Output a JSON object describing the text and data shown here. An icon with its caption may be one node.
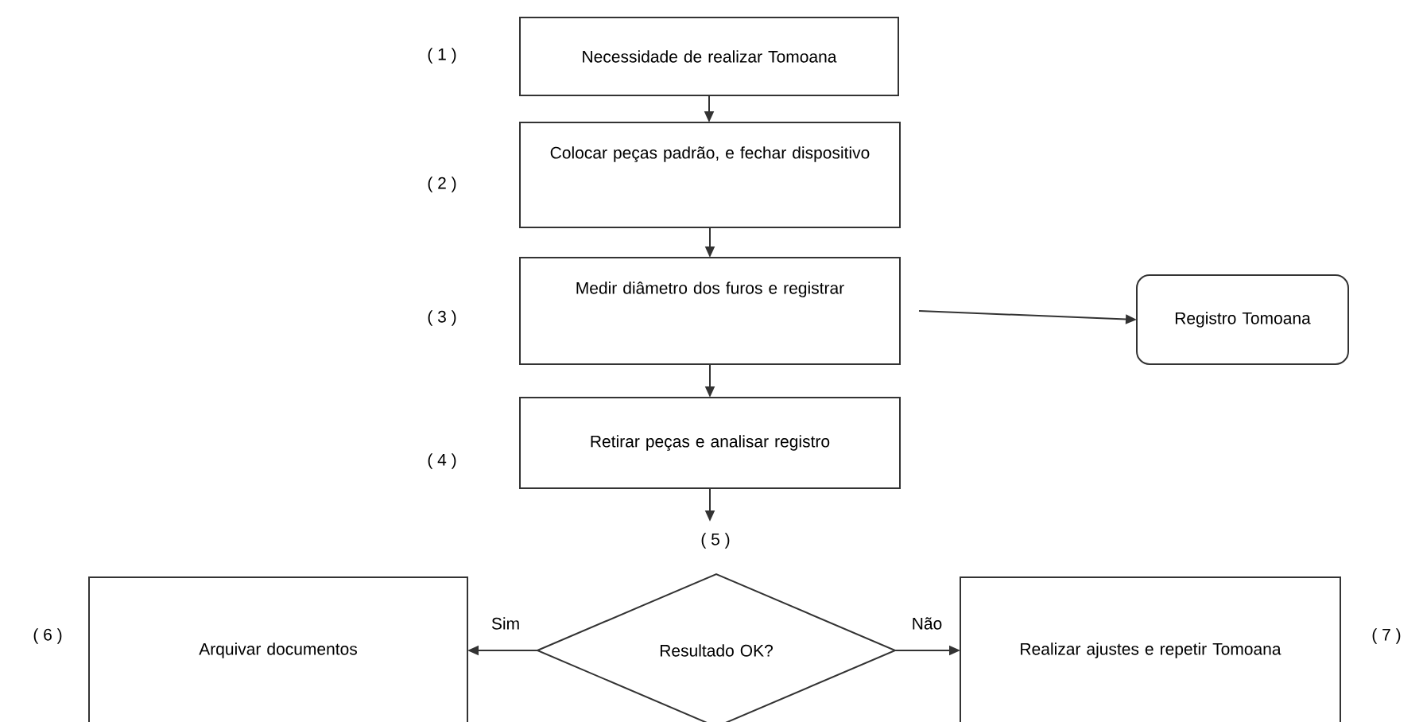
{
  "diagram": {
    "nodes": [
      {
        "text": [
          "Necessidade de realizar Tomoana"
        ],
        "beside": [
          "( 1 )"
        ]
      },
      {
        "text": [
          "Colocar peças padrão, e fechar dispositivo"
        ],
        "beside": [
          "( 2 )"
        ]
      },
      {
        "text": [
          "Medir diâmetro dos furos e registrar"
        ],
        "beside": [
          "( 3 )"
        ]
      },
      {
        "text": [
          "Registro Tomoana"
        ]
      },
      {
        "text": [
          "Retirar peças e analisar registro"
        ],
        "beside": [
          "( 4 )"
        ]
      },
      {
        "text": [
          "Resultado OK?"
        ],
        "beside": [
          "( 5 )"
        ]
      },
      {
        "text": [
          "Arquivar documentos"
        ],
        "beside": [
          "( 6 )"
        ]
      },
      {
        "text": [
          "Realizar ajustes e repetir Tomoana"
        ],
        "beside": [
          "( 7 )"
        ]
      }
    ],
    "edges": [
      {
        "from": 0,
        "to": 1,
        "arrow": "to"
      },
      {
        "from": 1,
        "to": 2,
        "arrow": "to"
      },
      {
        "from": 2,
        "to": 3,
        "arrow": "to"
      },
      {
        "from": 2,
        "to": 4,
        "arrow": "to"
      },
      {
        "from": 4,
        "to": 5,
        "arrow": "to"
      },
      {
        "from": 5,
        "to": 6,
        "arrow": "to",
        "label": "Sim"
      },
      {
        "from": 5,
        "to": 7,
        "arrow": "to",
        "label": "Não"
      }
    ]
  }
}
